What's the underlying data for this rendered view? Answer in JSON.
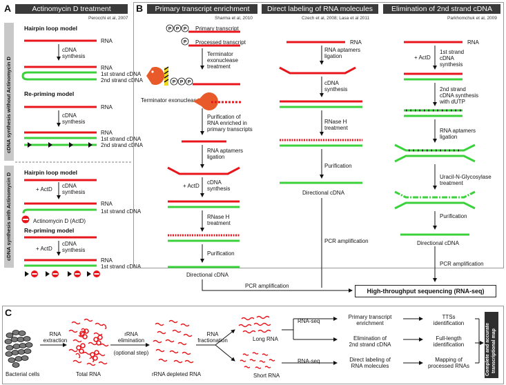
{
  "panel_a": {
    "letter": "A",
    "header": "Actinomycin D treatment",
    "cite": "Perocchi et al, 2007",
    "side_without": "cDNA synthesis without Actinomycin D",
    "side_with": "cDNA synthesis with Actinomycin D",
    "hairpin_title": "Hairpin loop model",
    "repriming_title": "Re-priming model",
    "rna": "RNA",
    "cdna_synthesis_1": "cDNA",
    "cdna_synthesis_2": "synthesis",
    "first_strand": "1st strand cDNA",
    "second_strand": "2nd strand cDNA",
    "plus_actd": "+ ActD",
    "actd_label": "Actinomycin D (ActD)"
  },
  "panel_b": {
    "letter": "B",
    "col1": {
      "header": "Primary transcript enrichment",
      "cite": "Sharma et al, 2010",
      "primary_transcript": "Primary transcript",
      "processed_transcript": "Processed transcript",
      "terminator_treatment": [
        "Terminator",
        "exonuclease",
        "treatment"
      ],
      "terminator_exonuclease": "Terminator exonuclease",
      "purification_enriched": [
        "Purification of",
        "RNA enriched in",
        "primary transcripts"
      ],
      "aptamers": [
        "RNA aptamers",
        "ligation"
      ],
      "plus_actd": "+ ActD",
      "cdna_synthesis": [
        "cDNA",
        "synthesis"
      ],
      "rnaseh": [
        "RNase H",
        "treatment"
      ],
      "purification": "Purification",
      "directional": "Directional cDNA",
      "pcr": "PCR amplification"
    },
    "col2": {
      "header": "Direct labeling of RNA molecules",
      "cite": "Czech et al, 2008; Lasa et al 2011",
      "rna": "RNA",
      "aptamers": [
        "RNA aptamers",
        "ligation"
      ],
      "cdna_synthesis": [
        "cDNA",
        "synthesis"
      ],
      "rnaseh": [
        "RNase H",
        "treatment"
      ],
      "purification": "Purification",
      "directional": "Directional cDNA",
      "pcr": "PCR amplification"
    },
    "col3": {
      "header": "Elimination of 2nd strand cDNA",
      "cite": "Parkhomchuk et al, 2009",
      "rna": "RNA",
      "plus_actd": "+ ActD",
      "first_strand": [
        "1st strand",
        "cDNA",
        "synthesis"
      ],
      "second_strand": [
        "2nd strand",
        "cDNA synthesis",
        "with dUTP"
      ],
      "aptamers": [
        "RNA aptamers",
        "ligation"
      ],
      "uracil": [
        "Uracil-N-Glycosylase",
        "treatment"
      ],
      "purification": "Purification",
      "directional": "Directional cDNA",
      "pcr": "PCR amplification"
    },
    "hts": "High-throughput sequencing (RNA-seq)"
  },
  "panel_c": {
    "letter": "C",
    "bacterial": "Bacterial cells",
    "rna_extraction": [
      "RNA",
      "extraction"
    ],
    "total_rna": "Total RNA",
    "rrna_elim": [
      "rRNA",
      "elimination",
      "(optional step)"
    ],
    "rrna_depleted": "rRNA depleted RNA",
    "fractionation": [
      "RNA",
      "fractionation"
    ],
    "long_rna": "Long RNA",
    "short_rna": "Short RNA",
    "rnaseq": "RNA-seq",
    "methods": [
      [
        "Primary transcript",
        "enrichment"
      ],
      [
        "Elimination of",
        "2nd strand cDNA"
      ],
      [
        "Direct labeling of",
        "RNA molecules"
      ]
    ],
    "outcomes": [
      [
        "TTSs",
        "identification"
      ],
      [
        "Full-length",
        "identification"
      ],
      [
        "Mapping of",
        "processed RNAs"
      ]
    ],
    "final": [
      "Complete and accurate",
      "transcriptional map"
    ]
  },
  "colors": {
    "rna": "#e8151b",
    "cdna": "#3bd13b",
    "header": "#3a3a3a"
  }
}
